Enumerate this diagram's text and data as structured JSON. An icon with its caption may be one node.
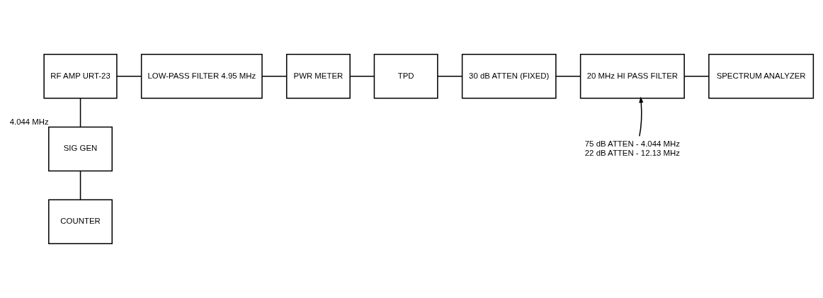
{
  "diagram": {
    "nodes": [
      {
        "text": [
          "RF AMP URT-23"
        ]
      },
      {
        "text": [
          "LOW-PASS FILTER 4.95 MHz"
        ]
      },
      {
        "text": [
          "PWR METER"
        ]
      },
      {
        "text": [
          "TPD"
        ]
      },
      {
        "text": [
          "30 dB ATTEN (FIXED)"
        ]
      },
      {
        "text": [
          "20 MHz HI PASS FILTER"
        ]
      },
      {
        "text": [
          "SPECTRUM ANALYZER"
        ]
      },
      {
        "text": [
          "SIG GEN"
        ],
        "beside": [
          "4.044 MHz"
        ]
      },
      {
        "text": [
          "COUNTER"
        ]
      },
      {
        "text": [
          "75 dB ATTEN - 4.044 MHz 22 dB ATTEN - 12.13 MHz"
        ]
      }
    ],
    "edges": [
      {
        "from": 0,
        "to": 1,
        "arrow": "none"
      },
      {
        "from": 1,
        "to": 2,
        "arrow": "none"
      },
      {
        "from": 2,
        "to": 3,
        "arrow": "none"
      },
      {
        "from": 3,
        "to": 4,
        "arrow": "none"
      },
      {
        "from": 4,
        "to": 5,
        "arrow": "none"
      },
      {
        "from": 5,
        "to": 6,
        "arrow": "none"
      },
      {
        "from": 0,
        "to": 7,
        "arrow": "none"
      },
      {
        "from": 7,
        "to": 8,
        "arrow": "none"
      },
      {
        "from": 9,
        "to": 5,
        "arrow": "to"
      }
    ]
  }
}
